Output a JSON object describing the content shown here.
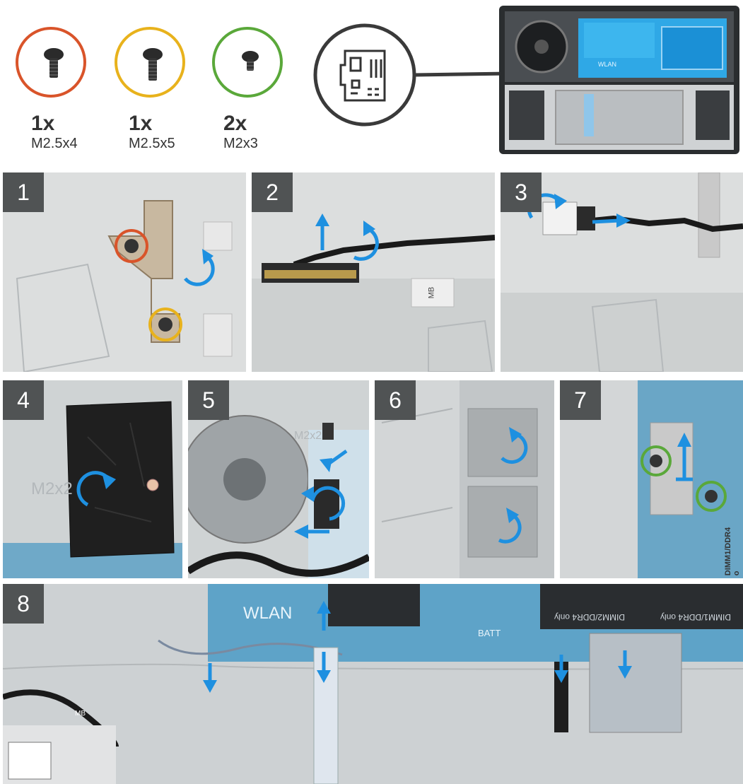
{
  "screws": [
    {
      "qty": "1x",
      "size": "M2.5x4",
      "color": "#d9542a"
    },
    {
      "qty": "1x",
      "size": "M2.5x5",
      "color": "#e8b21c"
    },
    {
      "qty": "2x",
      "size": "M2x3",
      "color": "#5aa83a"
    }
  ],
  "component_icon": "motherboard-icon",
  "overview": {
    "label": "WLAN"
  },
  "steps": [
    {
      "number": "1"
    },
    {
      "number": "2",
      "label": "MB"
    },
    {
      "number": "3"
    },
    {
      "number": "4",
      "label": "M2x2"
    },
    {
      "number": "5",
      "label": "M2x2"
    },
    {
      "number": "6"
    },
    {
      "number": "7",
      "label": "DIMM1/DDR4 o"
    },
    {
      "number": "8",
      "label_wlan": "WLAN",
      "label_batt": "BATT",
      "label_dimm": "DIMM2/DDR4 only",
      "label_dimm2": "DIMM1/DDR4 only",
      "label_mb": "MB"
    }
  ],
  "colors": {
    "arrow": "#1e90e0",
    "panel_bg": "#d9dbdb",
    "board_blue": "#4fa6d6"
  }
}
